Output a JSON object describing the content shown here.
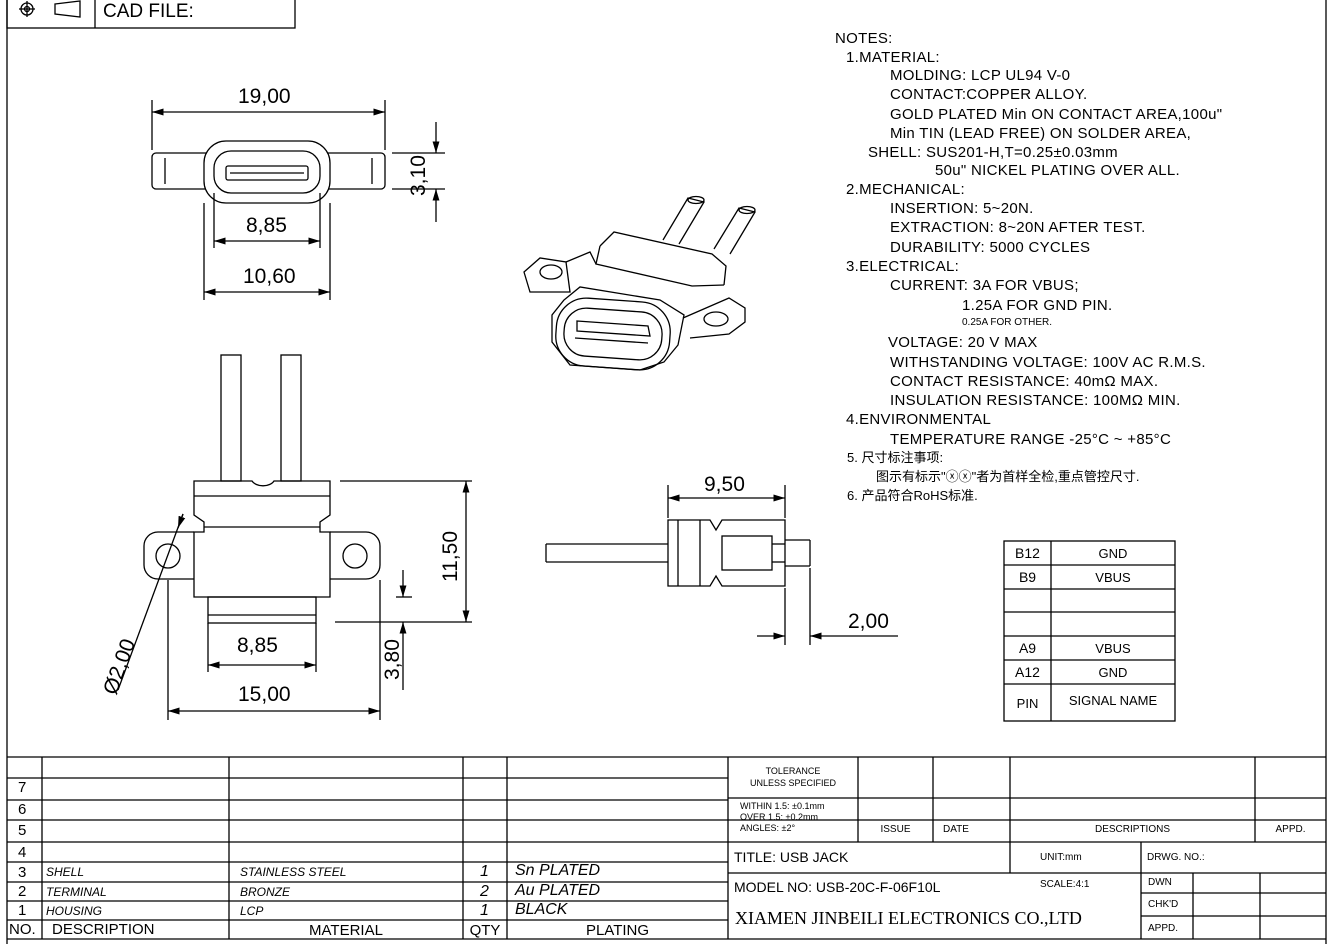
{
  "header": {
    "cad_label": "CAD FILE:"
  },
  "dimensions": {
    "top_width": "19,00",
    "top_height": "3,10",
    "top_opening": "8,85",
    "top_shell": "10,60",
    "front_opening": "8,85",
    "front_width": "15,00",
    "front_height": "11,50",
    "front_depth": "3,80",
    "hole_dia": "Ø2,00",
    "side_length": "9,50",
    "side_offset": "2,00"
  },
  "notes": {
    "title": "NOTES:",
    "lines": [
      "1.MATERIAL:",
      "MOLDING: LCP UL94 V-0",
      "CONTACT:COPPER ALLOY.",
      "GOLD PLATED Min ON CONTACT AREA,100u\"",
      "Min TIN (LEAD FREE) ON SOLDER AREA,",
      "SHELL: SUS201-H,T=0.25±0.03mm",
      "50u\" NICKEL PLATING OVER ALL.",
      "2.MECHANICAL:",
      "INSERTION: 5~20N.",
      "EXTRACTION: 8~20N AFTER TEST.",
      "DURABILITY: 5000 CYCLES",
      "3.ELECTRICAL:",
      "CURRENT: 3A FOR VBUS;",
      "1.25A FOR GND PIN.",
      "0.25A FOR OTHER.",
      "VOLTAGE: 20 V MAX",
      "WITHSTANDING VOLTAGE: 100V AC R.M.S.",
      "CONTACT RESISTANCE: 40mΩ MAX.",
      "INSULATION RESISTANCE: 100MΩ MIN.",
      "4.ENVIRONMENTAL",
      "TEMPERATURE RANGE -25°C ~ +85°C",
      "5. 尺寸标注事项:",
      "图示有标示\"ⓧⓧ\"者为首样全检,重点管控尺寸.",
      "6. 产品符合RoHS标准."
    ]
  },
  "pin_table": {
    "rows": [
      [
        "B12",
        "GND"
      ],
      [
        "B9",
        "VBUS"
      ],
      [
        "",
        ""
      ],
      [
        "",
        ""
      ],
      [
        "A9",
        "VBUS"
      ],
      [
        "A12",
        "GND"
      ],
      [
        "PIN",
        "SIGNAL NAME"
      ]
    ]
  },
  "bom": {
    "row_numbers": [
      "7",
      "6",
      "5",
      "4",
      "3",
      "2",
      "1"
    ],
    "rows": [
      {
        "no": "3",
        "description": "SHELL",
        "material": "STAINLESS STEEL",
        "qty": "1",
        "plating": "Sn PLATED"
      },
      {
        "no": "2",
        "description": "TERMINAL",
        "material": "BRONZE",
        "qty": "2",
        "plating": "Au PLATED"
      },
      {
        "no": "1",
        "description": "HOUSING",
        "material": "LCP",
        "qty": "1",
        "plating": "BLACK"
      }
    ],
    "headers": {
      "no": "NO.",
      "description": "DESCRIPTION",
      "material": "MATERIAL",
      "qty": "QTY",
      "plating": "PLATING"
    }
  },
  "title_block": {
    "tolerance_1": "TOLERANCE",
    "tolerance_2": "UNLESS SPECIFIED",
    "within": "WITHIN 1.5: ±0.1mm",
    "over": "OVER 1.5: ±0.2mm",
    "angles": "ANGLES: ±2°",
    "issue": "ISSUE",
    "date": "DATE",
    "descriptions": "DESCRIPTIONS",
    "appd": "APPD.",
    "title": "TITLE: USB JACK",
    "unit": "UNIT:mm",
    "drwg_no": "DRWG. NO.:",
    "model": "MODEL NO: USB-20C-F-06F10L",
    "scale": "SCALE:4:1",
    "dwn": "DWN",
    "chkd": "CHK'D",
    "appd2": "APPD.",
    "company": "XIAMEN JINBEILI ELECTRONICS CO.,LTD"
  }
}
